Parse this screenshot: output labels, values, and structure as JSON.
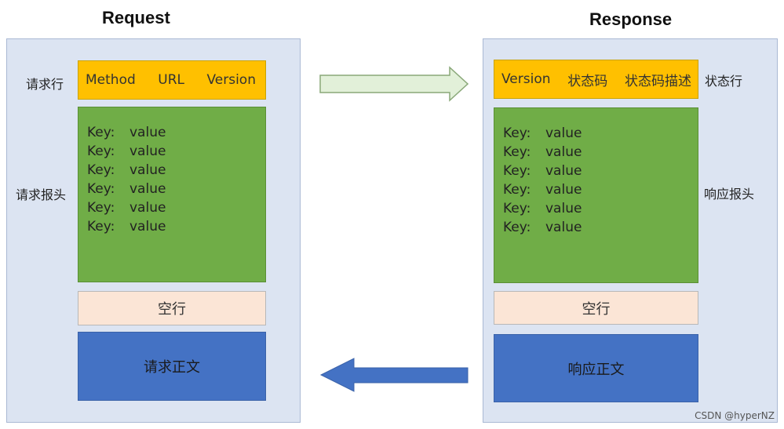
{
  "request": {
    "title": "Request",
    "labels": {
      "line": "请求行",
      "headers": "请求报头"
    },
    "request_line": {
      "method": "Method",
      "url": "URL",
      "version": "Version"
    },
    "headers": [
      {
        "key": "Key:",
        "value": "value"
      },
      {
        "key": "Key:",
        "value": "value"
      },
      {
        "key": "Key:",
        "value": "value"
      },
      {
        "key": "Key:",
        "value": "value"
      },
      {
        "key": "Key:",
        "value": "value"
      },
      {
        "key": "Key:",
        "value": "value"
      }
    ],
    "empty_line": "空行",
    "body": "请求正文"
  },
  "response": {
    "title": "Response",
    "labels": {
      "line": "状态行",
      "headers": "响应报头"
    },
    "status_line": {
      "version": "Version",
      "status_code": "状态码",
      "status_desc": "状态码描述"
    },
    "headers": [
      {
        "key": "Key:",
        "value": "value"
      },
      {
        "key": "Key:",
        "value": "value"
      },
      {
        "key": "Key:",
        "value": "value"
      },
      {
        "key": "Key:",
        "value": "value"
      },
      {
        "key": "Key:",
        "value": "value"
      },
      {
        "key": "Key:",
        "value": "value"
      }
    ],
    "empty_line": "空行",
    "body": "响应正文"
  },
  "colors": {
    "panel": "#dce4f2",
    "line_box": "#ffc000",
    "headers_box": "#70ad47",
    "empty_box": "#fbe5d6",
    "body_box": "#4472c4",
    "arrow_right": "#e2f0d9",
    "arrow_left": "#4472c4"
  },
  "watermark": "CSDN @hyperNZ"
}
